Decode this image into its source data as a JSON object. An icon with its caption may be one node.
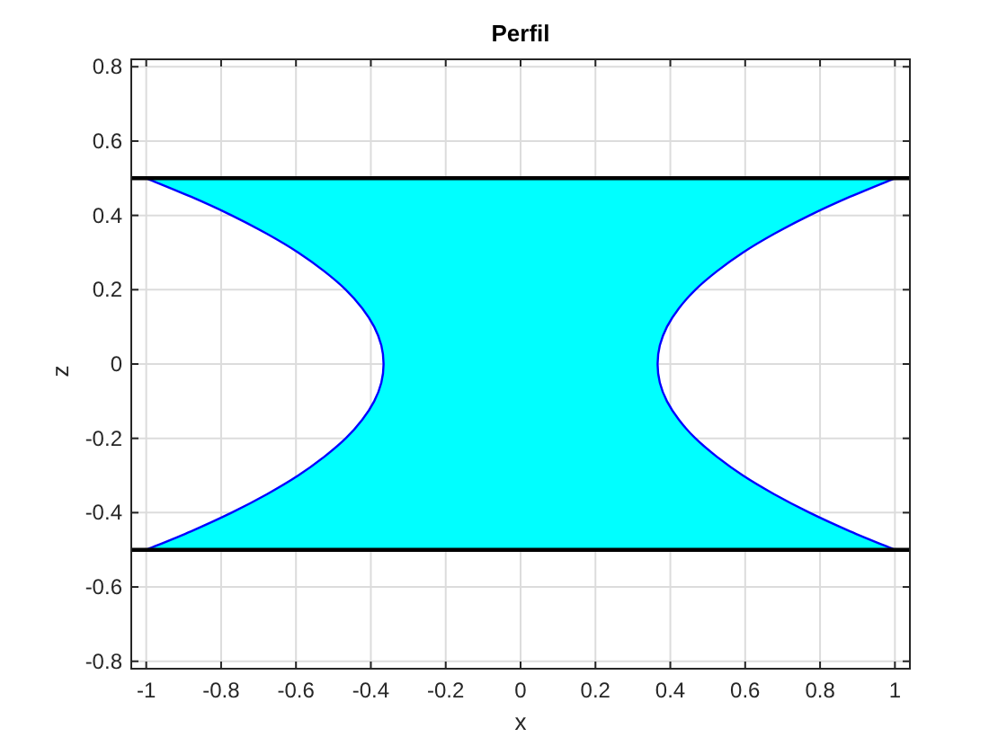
{
  "diagram": {
    "chart_data": {
      "type": "line",
      "title": "Perfil",
      "xlabel": "x",
      "ylabel": "z",
      "orientation": "horizontal",
      "grid": true,
      "ref_lines": [
        {
          "axis": "y",
          "value": 0.5,
          "color": "#000000"
        },
        {
          "axis": "y",
          "value": -0.5,
          "color": "#000000"
        }
      ],
      "xlim": [
        -1.04,
        1.04
      ],
      "ylim": [
        -0.82,
        0.82
      ],
      "xticks": [
        -1,
        -0.8,
        -0.6,
        -0.4,
        -0.2,
        0,
        0.2,
        0.4,
        0.6,
        0.8,
        1
      ],
      "yticks": [
        -0.8,
        -0.6,
        -0.4,
        -0.2,
        0,
        0.2,
        0.4,
        0.6,
        0.8
      ],
      "x": [
        -0.5,
        -0.45,
        -0.4,
        -0.35,
        -0.3,
        -0.25,
        -0.2,
        -0.15,
        -0.1,
        -0.05,
        0,
        0.05,
        0.1,
        0.15,
        0.2,
        0.25,
        0.3,
        0.35,
        0.4,
        0.45,
        0.5
      ],
      "series": [
        {
          "color": "#0000ff",
          "values": [
            -1.0,
            -0.88,
            -0.772,
            -0.677,
            -0.594,
            -0.525,
            -0.467,
            -0.423,
            -0.391,
            -0.372,
            -0.366,
            -0.372,
            -0.391,
            -0.423,
            -0.467,
            -0.525,
            -0.594,
            -0.677,
            -0.772,
            -0.88,
            -1.0
          ]
        },
        {
          "color": "#0000ff",
          "values": [
            1.0,
            0.88,
            0.772,
            0.677,
            0.594,
            0.525,
            0.467,
            0.423,
            0.391,
            0.372,
            0.366,
            0.372,
            0.391,
            0.423,
            0.467,
            0.525,
            0.594,
            0.677,
            0.772,
            0.88,
            1.0
          ]
        }
      ]
    }
  }
}
